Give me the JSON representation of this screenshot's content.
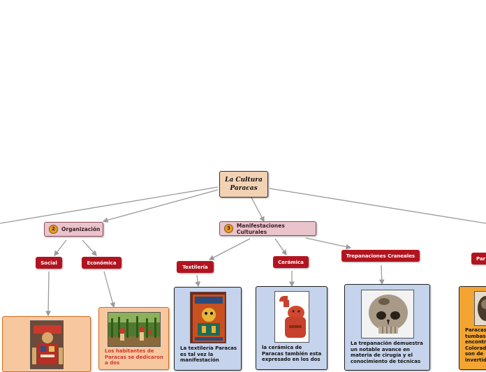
{
  "central": {
    "line1": "La Cultura",
    "line2": "Paracas"
  },
  "topics": {
    "organizacion": {
      "badge": "2",
      "label": "Organización"
    },
    "manifestaciones": {
      "badge": "3",
      "label": "Manifestaciones Culturales"
    },
    "partial_right": {
      "label": "Par"
    }
  },
  "subtopics": {
    "social": "Social",
    "economica": "Económica",
    "textileria": "Textilería",
    "ceramica": "Cerámica",
    "trepanaciones": "Trepanaciones Craneales"
  },
  "cards": {
    "economica": {
      "text": "Los habitantes de Paracas se dedicaron a dos"
    },
    "textileria": {
      "text": "La  textilería Paracas es tal vez la manifestación"
    },
    "ceramica": {
      "text": "la cerámica de Paracas también esta expresado en los dos"
    },
    "trepanaciones": {
      "text": "La trepanación demuestra un notable avance en materia de cirugía y el conocimiento de técnicas"
    },
    "right": {
      "text": "Paracas tumbas encontr Colorad son de invertid"
    }
  },
  "colors": {
    "central_fill": "#f3d2b4",
    "topic_fill": "#e9c4cc",
    "subtopic_fill": "#b2141f",
    "card_blue": "#c5d3ec",
    "card_orange": "#f7c89f",
    "card_gold": "#f4a531",
    "connector": "#9a9a9a"
  }
}
